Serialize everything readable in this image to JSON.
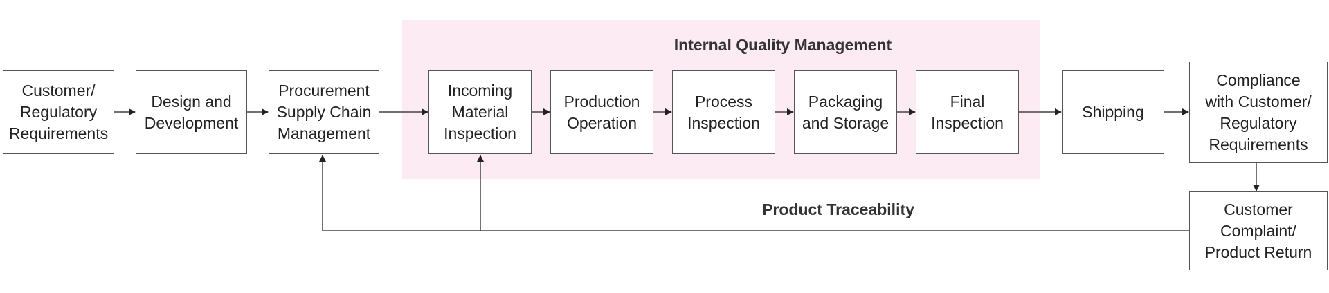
{
  "colors": {
    "zone_fill": "#fdebf3",
    "box_border": "#555555",
    "line": "#444444",
    "text": "#222222"
  },
  "internal_quality": {
    "title": "Internal Quality Management"
  },
  "traceability": {
    "label": "Product Traceability"
  },
  "steps": {
    "customer_requirements": "Customer/\nRegulatory\nRequirements",
    "design": "Design and\nDevelopment",
    "procurement": "Procurement\nSupply Chain\nManagement",
    "incoming_inspection": "Incoming\nMaterial\nInspection",
    "production": "Production\nOperation",
    "process_inspection": "Process\nInspection",
    "packaging": "Packaging\nand Storage",
    "final_inspection": "Final\nInspection",
    "shipping": "Shipping",
    "compliance": "Compliance\nwith Customer/\nRegulatory\nRequirements",
    "complaint": "Customer\nComplaint/\nProduct Return"
  }
}
